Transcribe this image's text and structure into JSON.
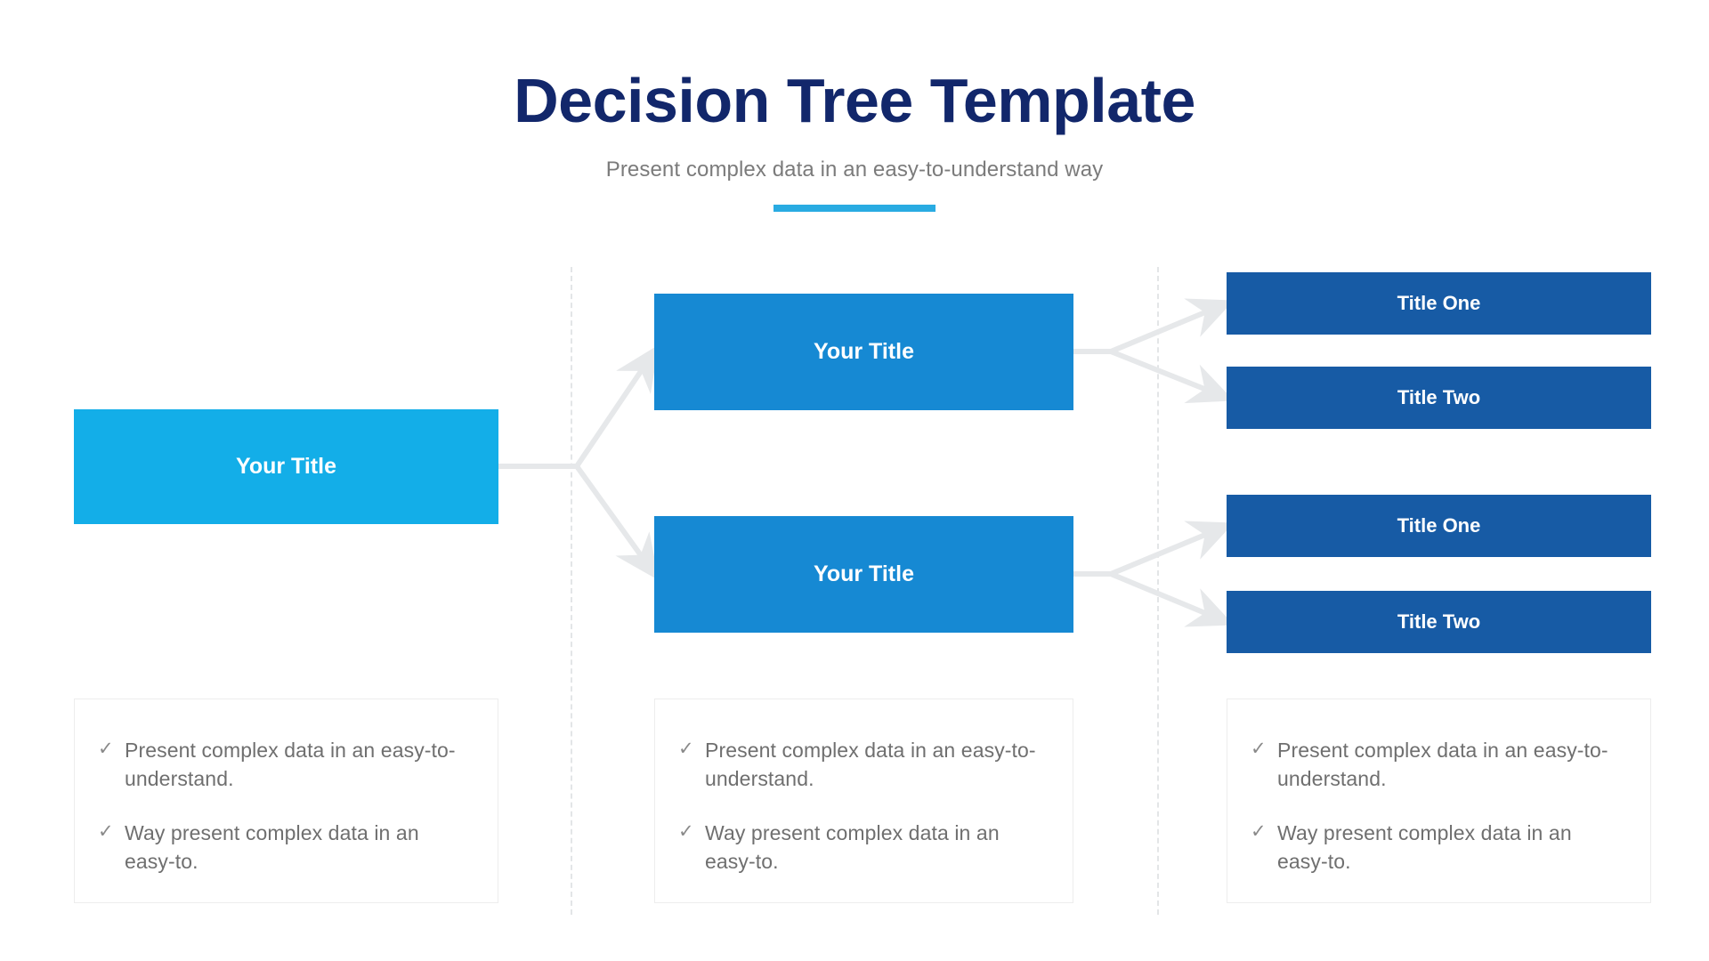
{
  "header": {
    "title": "Decision Tree Template",
    "subtitle": "Present complex data in an easy-to-understand way"
  },
  "colors": {
    "title": "#12276b",
    "subtitle": "#7b7b7b",
    "accent_bar": "#29abe2",
    "root_node": "#13aee8",
    "branch_node": "#1689d3",
    "leaf_node": "#175ba5",
    "connector": "#e6e8ea",
    "divider": "#e3e5e7",
    "panel_border": "#ededed",
    "body_text": "#6f6f6f"
  },
  "tree": {
    "root": {
      "label": "Your Title"
    },
    "branches": [
      {
        "label": "Your Title",
        "leaves": [
          {
            "label": "Title One"
          },
          {
            "label": "Title Two"
          }
        ]
      },
      {
        "label": "Your Title",
        "leaves": [
          {
            "label": "Title One"
          },
          {
            "label": "Title Two"
          }
        ]
      }
    ]
  },
  "panels": [
    {
      "bullets": [
        {
          "icon": "check-icon",
          "text": "Present complex data in an easy-to-understand."
        },
        {
          "icon": "check-icon",
          "text": "Way present complex data in an easy-to."
        }
      ]
    },
    {
      "bullets": [
        {
          "icon": "check-icon",
          "text": "Present complex data in an easy-to-understand."
        },
        {
          "icon": "check-icon",
          "text": "Way present complex data in an easy-to."
        }
      ]
    },
    {
      "bullets": [
        {
          "icon": "check-icon",
          "text": "Present complex data in an easy-to-understand."
        },
        {
          "icon": "check-icon",
          "text": "Way present complex data in an easy-to."
        }
      ]
    }
  ],
  "icons": {
    "check": "✓"
  }
}
